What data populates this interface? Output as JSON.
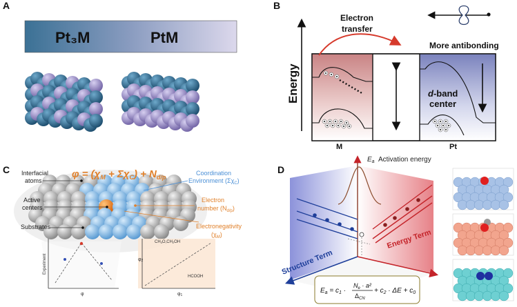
{
  "panels": {
    "A": {
      "letter": "A",
      "bar_left": "Pt₃M",
      "bar_right": "PtM"
    },
    "B": {
      "letter": "B",
      "electron_transfer": "Electron\ntransfer",
      "more_antibonding": "More antibonding",
      "energy_axis": "Energy",
      "d_band_italic": "d",
      "d_band_rest": "-band",
      "d_band_center": "center",
      "left_metal": "M",
      "right_metal": "Pt"
    },
    "C": {
      "letter": "C",
      "formula": "φ = (χM + ΣχC) + Nd/p",
      "interfacial": "Interfacial\natoms",
      "active": "Active\ncenters",
      "substrates": "Substrates",
      "coordination": "Coordination\nEnvironment (ΣχC)",
      "electron_number": "Electron\nnumber (Nd/p)",
      "electronegativity": "Electronegativity\n(χM)",
      "plot1_ylabel": "Experiment",
      "plot1_xlabel": "φ",
      "plot2_ylabel": "φ2",
      "plot2_xlabel": "φ1",
      "plot2_top": "CH3O,CH2OH",
      "plot2_bottom": "HCOOH"
    },
    "D": {
      "letter": "D",
      "ea_axis": "Ea",
      "activation_energy": "Activation energy",
      "structure_term": "Structure Term",
      "energy_term": "Energy Term",
      "equation": "Ea = c1 · (Ne · a²)/ΔCN + c2 · ΔE + c0"
    }
  },
  "colors": {
    "pt_atom": "#2c6a8f",
    "m_atom": "#9a8fc6",
    "red_arrow": "#d63a2c",
    "structure_blue": "#1f3f9a",
    "energy_red": "#c4242a",
    "orange": "#e0802a",
    "light_blue": "#8ec1ea"
  }
}
